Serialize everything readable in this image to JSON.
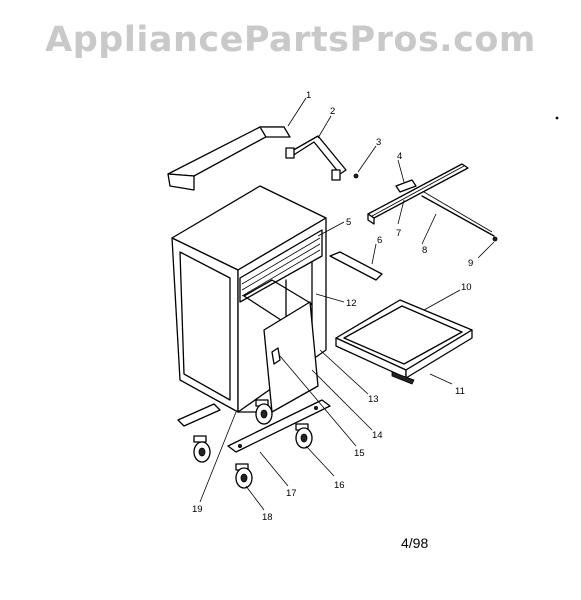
{
  "watermark": "AppliancePartsPros.com",
  "date_code": "4/98",
  "labels": [
    "1",
    "2",
    "3",
    "4",
    "5",
    "6",
    "7",
    "8",
    "9",
    "10",
    "11",
    "12",
    "13",
    "14",
    "15",
    "16",
    "17",
    "18",
    "19"
  ]
}
